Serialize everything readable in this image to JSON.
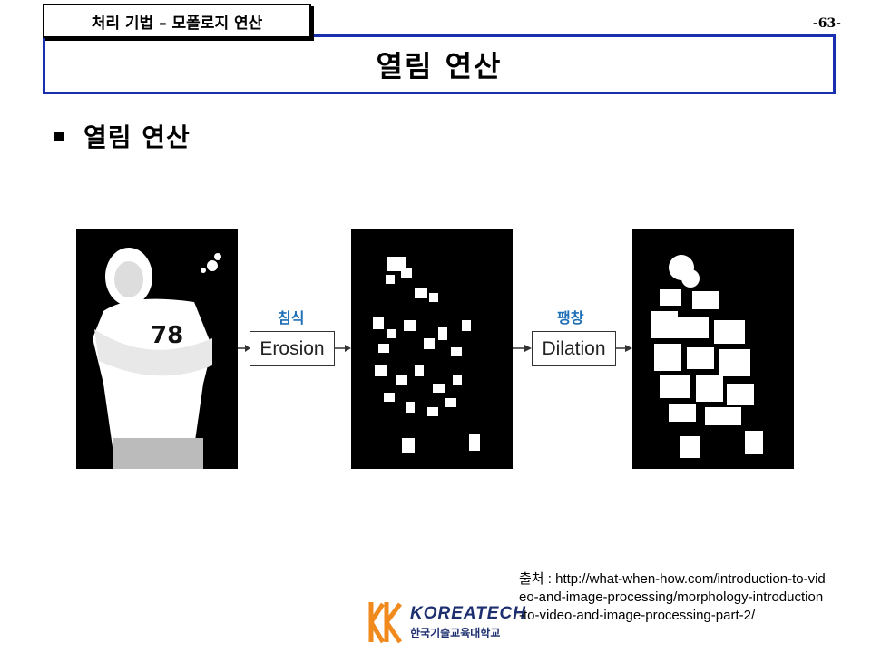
{
  "header": {
    "tag": "처리 기법 – 모폴로지 연산",
    "page_number": "-63-",
    "title": "열림 연산"
  },
  "bullet": {
    "text": "열림 연산"
  },
  "diagram": {
    "step1": {
      "label": "침식",
      "box": "Erosion"
    },
    "step2": {
      "label": "팽창",
      "box": "Dilation"
    }
  },
  "footer": {
    "logo_en": "KOREATECH",
    "logo_ko": "한국기술교육대학교",
    "source": "출처 : http://what-when-how.com/introduction-to-video-and-image-processing/morphology-introduction-to-video-and-image-processing-part-2/"
  },
  "colors": {
    "title_border": "#1a2fb0",
    "op_label": "#1f6fb8",
    "logo_orange": "#f08a1c",
    "logo_navy": "#1d2f6f"
  }
}
